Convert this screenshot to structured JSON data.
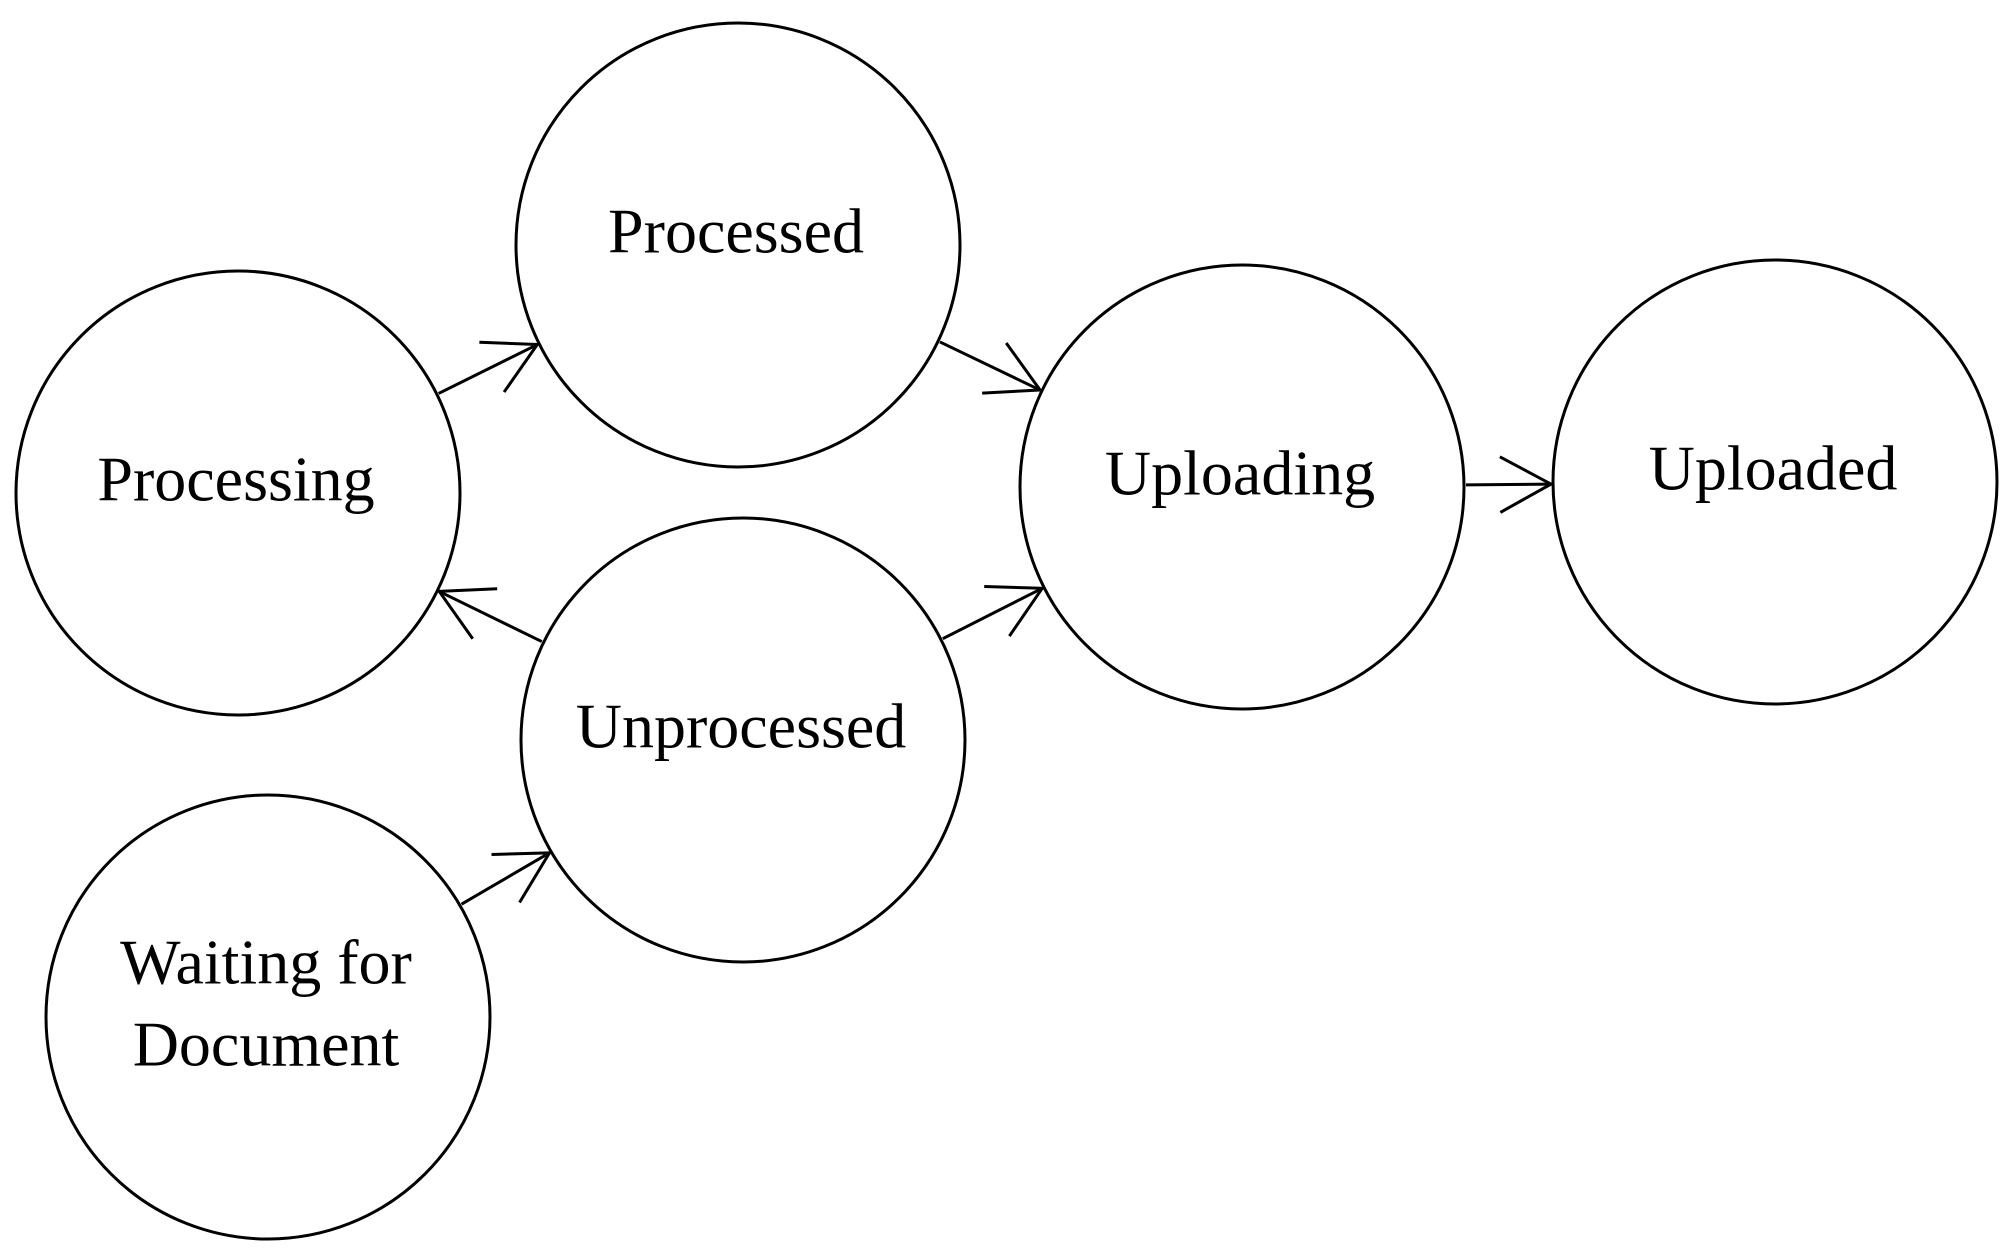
{
  "diagram": {
    "type": "state-flow",
    "nodes": [
      {
        "id": "processing",
        "label": [
          "Processing"
        ]
      },
      {
        "id": "processed",
        "label": [
          "Processed"
        ]
      },
      {
        "id": "unprocessed",
        "label": [
          "Unprocessed"
        ]
      },
      {
        "id": "waiting",
        "label": [
          "Waiting for",
          "Document"
        ]
      },
      {
        "id": "uploading",
        "label": [
          "Uploading"
        ]
      },
      {
        "id": "uploaded",
        "label": [
          "Uploaded"
        ]
      }
    ],
    "edges": [
      {
        "from": "processing",
        "to": "processed"
      },
      {
        "from": "unprocessed",
        "to": "processing"
      },
      {
        "from": "waiting",
        "to": "unprocessed"
      },
      {
        "from": "processed",
        "to": "uploading"
      },
      {
        "from": "unprocessed",
        "to": "uploading"
      },
      {
        "from": "uploading",
        "to": "uploaded"
      }
    ],
    "colors": {
      "stroke": "#000000",
      "fill": "#ffffff",
      "text": "#000000"
    }
  }
}
